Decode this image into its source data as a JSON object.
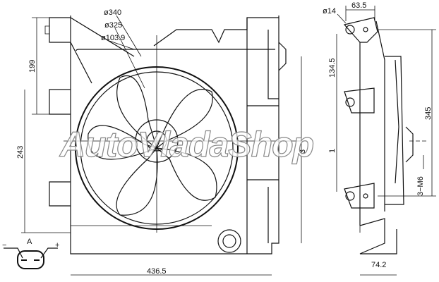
{
  "front_view": {
    "dimensions": {
      "outer_ring_diameter": "ø340",
      "inner_ring_diameter": "ø325",
      "hub_diameter": "ø103.9",
      "upper_bracket_height": "199",
      "lower_bracket_span": "243",
      "width": "436.5",
      "partial_height_label": "3"
    }
  },
  "side_view": {
    "dimensions": {
      "mount_hole_diameter": "ø14",
      "mount_depth": "63.5",
      "mount_spacing": "134.5",
      "overall_height": "345",
      "motor_bolts": "3−M6",
      "base_depth": "74.2",
      "center_mark": "1"
    }
  },
  "connector": {
    "label": "A",
    "negative": "−",
    "positive": "+"
  },
  "watermark": "AutoVladaShop",
  "colors": {
    "line": "#111111",
    "accent_edge": "#c0392b",
    "background": "#ffffff"
  }
}
